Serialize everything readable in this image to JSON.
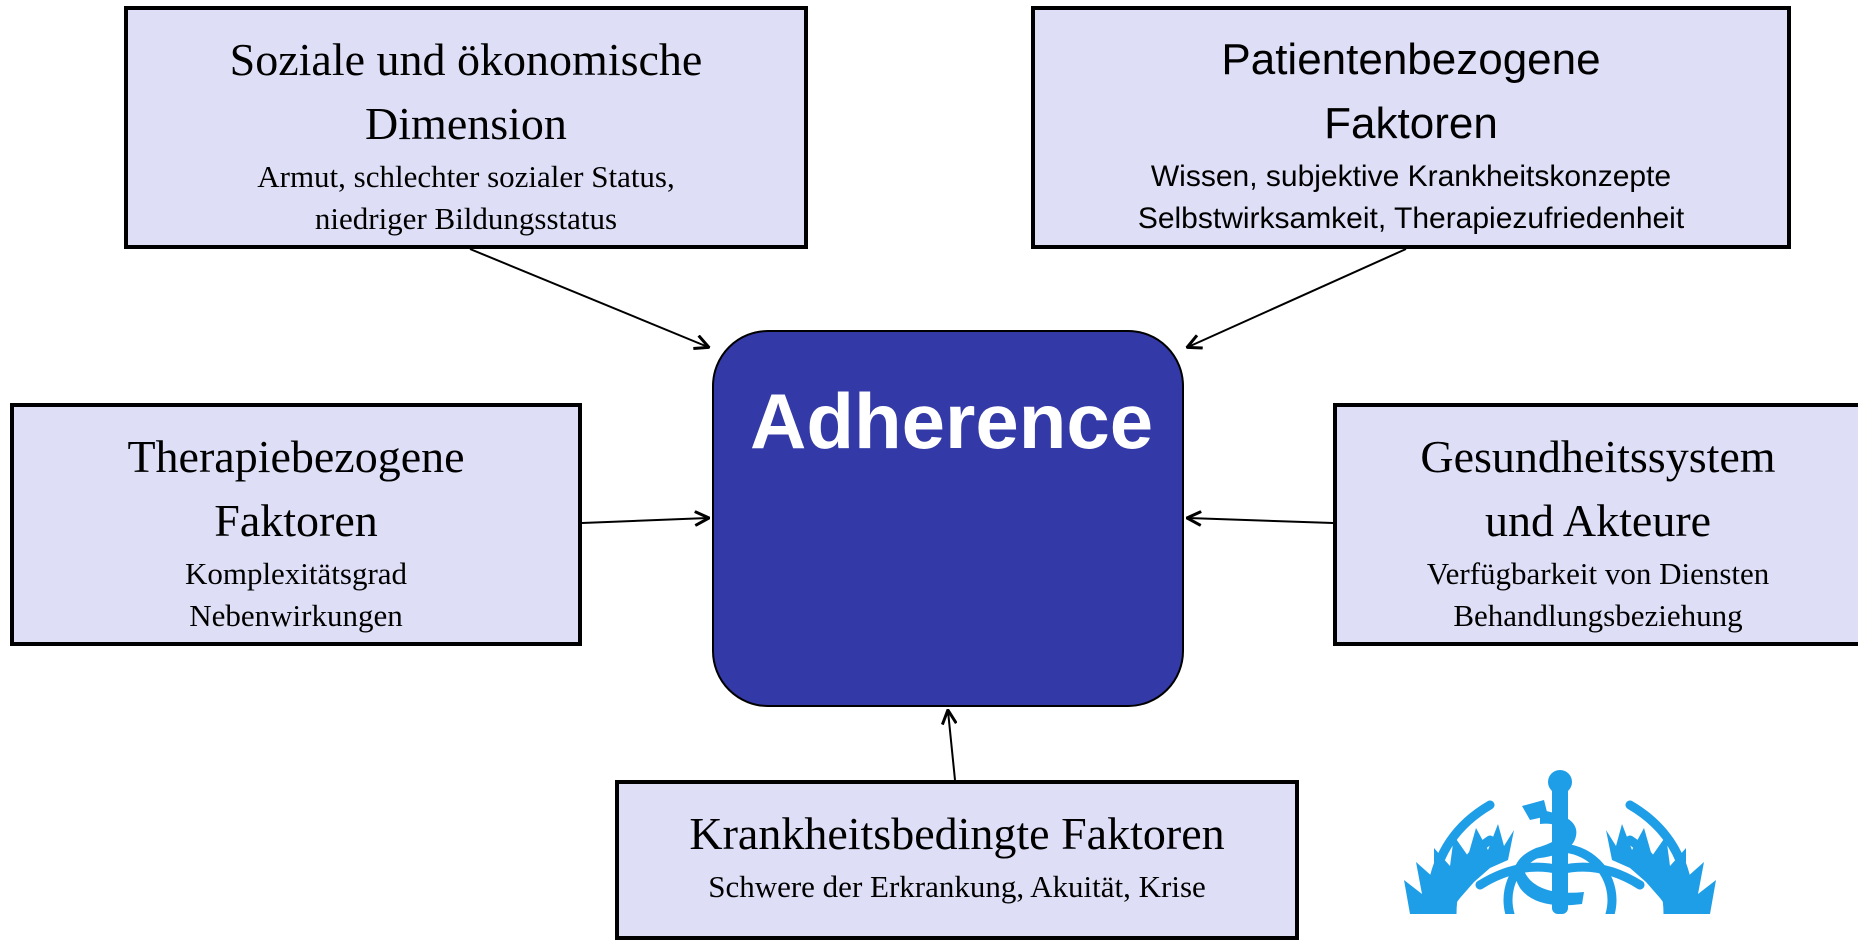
{
  "center": {
    "label": "Adherence",
    "color": "#3339a6"
  },
  "boxes": {
    "social": {
      "title_line1": "Soziale und ökonomische",
      "title_line2": "Dimension",
      "detail_line1": "Armut, schlechter sozialer Status,",
      "detail_line2": "niedriger Bildungsstatus"
    },
    "patient": {
      "title_line1": "Patientenbezogene",
      "title_line2": "Faktoren",
      "detail_line1": "Wissen, subjektive Krankheitskonzepte",
      "detail_line2": "Selbstwirksamkeit, Therapiezufriedenheit"
    },
    "therapy": {
      "title_line1": "Therapiebezogene",
      "title_line2": "Faktoren",
      "detail_line1": "Komplexitätsgrad",
      "detail_line2": "Nebenwirkungen"
    },
    "health": {
      "title_line1": "Gesundheitssystem",
      "title_line2": "und Akteure",
      "detail_line1": "Verfügbarkeit von Diensten",
      "detail_line2": "Behandlungsbeziehung"
    },
    "disease": {
      "title_line1": "Krankheitsbedingte Faktoren",
      "detail_line1": "Schwere der Erkrankung, Akuität, Krise"
    }
  },
  "colors": {
    "box_fill": "#dedff6",
    "logo": "#1f9ee8"
  },
  "logo_icon": "who-emblem-icon"
}
